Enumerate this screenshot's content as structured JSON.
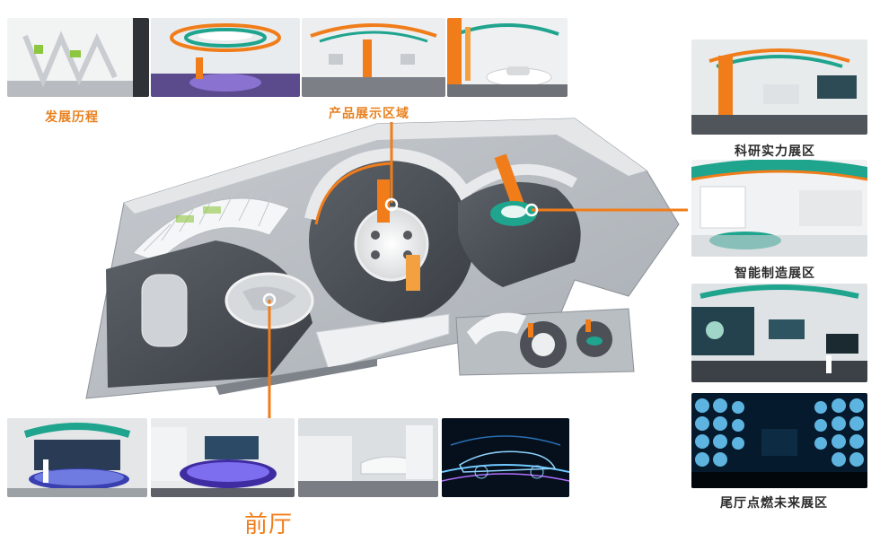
{
  "labels": {
    "history": "发展历程",
    "product_zone": "产品展示区域",
    "research": "科研实力展区",
    "smart_manufacturing": "智能制造展区",
    "tail_hall": "尾厅点燃未来展区",
    "front_hall": "前厅"
  },
  "colors": {
    "accent_orange": "#f07d1a",
    "teal": "#1fa48e",
    "floor_grey": "#9aa0a6",
    "wall_white": "#e9ecef",
    "text_dark": "#2b2b2b"
  },
  "icons": {
    "leader_line": "orange-callout-line",
    "leader_dot": "orange-callout-dot"
  }
}
